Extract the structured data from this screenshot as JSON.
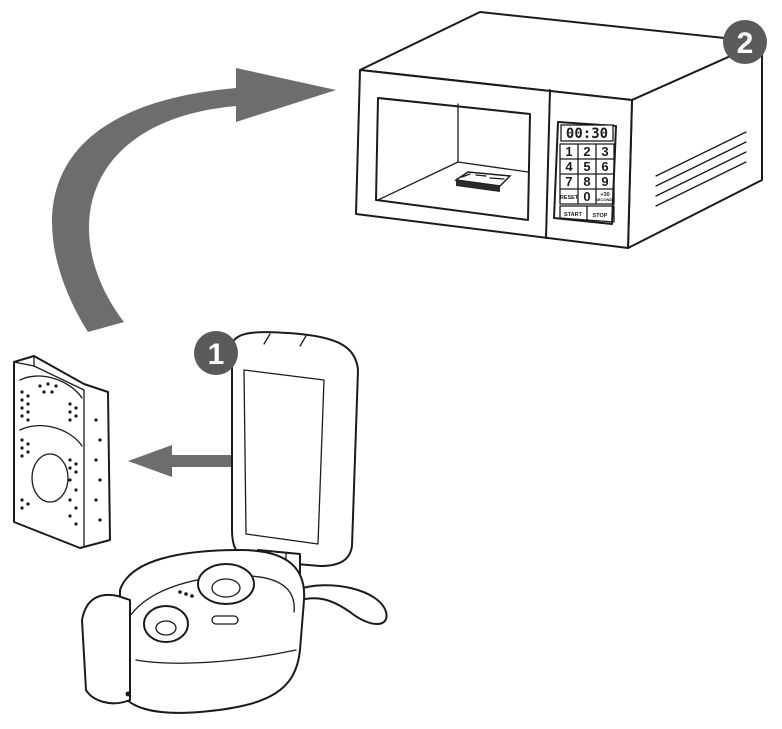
{
  "steps": [
    {
      "number": "1"
    },
    {
      "number": "2"
    }
  ],
  "microwave": {
    "display": "00:30",
    "keys": [
      "1",
      "2",
      "3",
      "4",
      "5",
      "6",
      "7",
      "8",
      "9"
    ],
    "reset_label": "RESET",
    "zero_label": "0",
    "plus30_top": "+30",
    "plus30_bottom": "SECONDS",
    "start_label": "START",
    "stop_label": "STOP"
  },
  "colors": {
    "arrow": "#6d6d6d",
    "badge": "#5a5a5a",
    "line": "#1b1b1b"
  },
  "icons": [
    "curved-arrow-icon",
    "left-arrow-icon",
    "microwave-icon",
    "earbud-case-icon",
    "drying-insert-icon"
  ]
}
